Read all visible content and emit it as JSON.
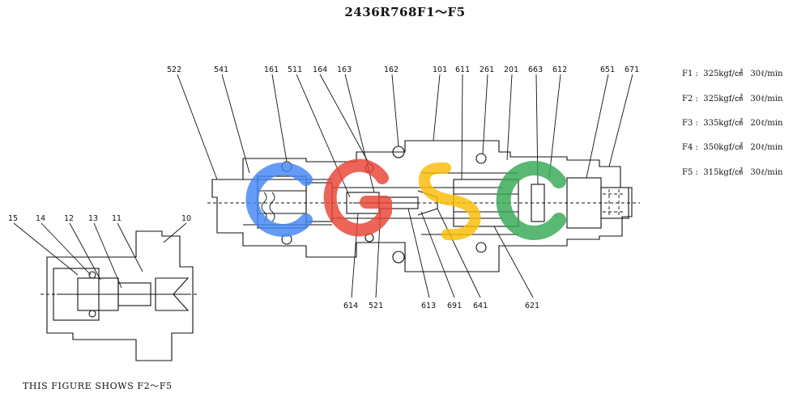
{
  "title": "2436R768F1～F5",
  "caption": "THIS FIGURE SHOWS  F2～F5",
  "specs": [
    {
      "model": "F1",
      "pressure": "325kgf/㎠",
      "flow": "30ℓ/min"
    },
    {
      "model": "F2",
      "pressure": "325kgf/㎠",
      "flow": "30ℓ/min"
    },
    {
      "model": "F3",
      "pressure": "335kgf/㎠",
      "flow": "20ℓ/min"
    },
    {
      "model": "F4",
      "pressure": "350kgf/㎠",
      "flow": "20ℓ/min"
    },
    {
      "model": "F5",
      "pressure": "315kgf/㎠",
      "flow": "30ℓ/min"
    }
  ],
  "callouts_top": [
    "522",
    "541",
    "161",
    "511",
    "164",
    "163",
    "162",
    "101",
    "611",
    "261",
    "201",
    "663",
    "612",
    "651",
    "671"
  ],
  "callouts_bottom": [
    "614",
    "521",
    "613",
    "691",
    "641",
    "621"
  ],
  "callouts_left": [
    "15",
    "14",
    "12",
    "13",
    "11",
    "10"
  ],
  "watermark": {
    "letters": [
      "C",
      "G",
      "S",
      "C"
    ],
    "colors": [
      "#4285f4",
      "#ea4335",
      "#fbbc05",
      "#34a853"
    ]
  }
}
